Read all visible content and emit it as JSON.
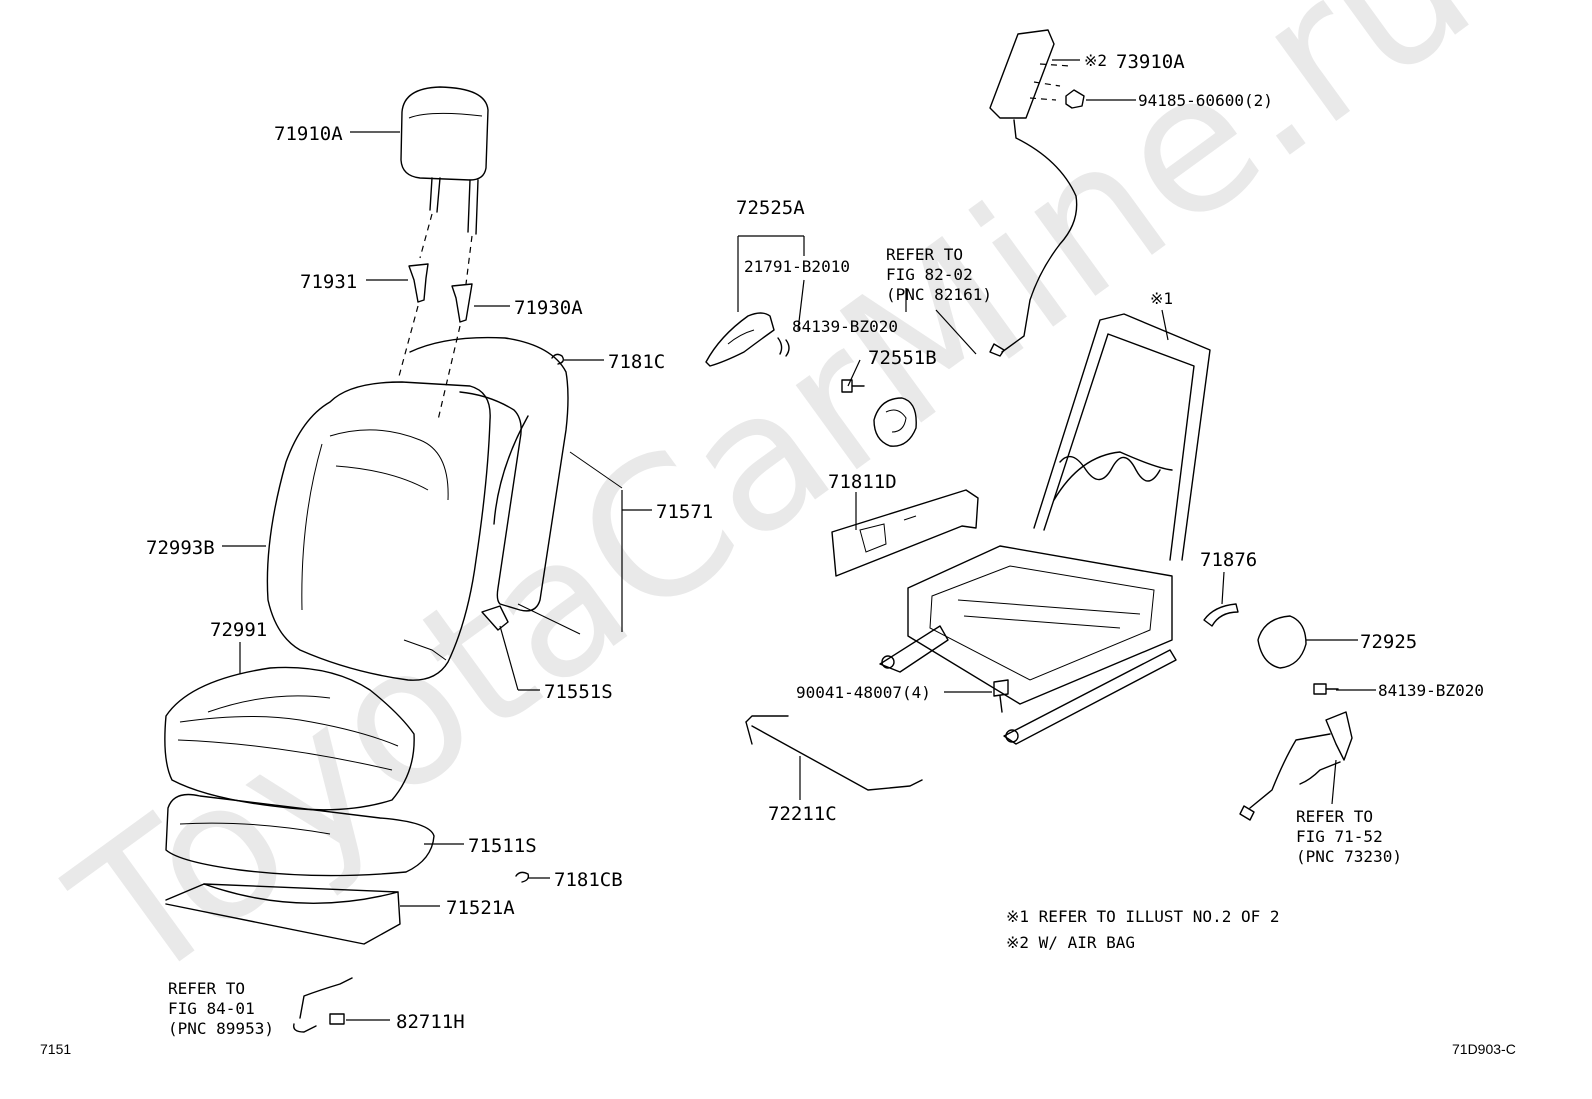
{
  "watermark": "ToyotaCarMine.ru",
  "labels": {
    "p71910A": "71910A",
    "p71931": "71931",
    "p71930A": "71930A",
    "p7181C": "7181C",
    "p71571": "71571",
    "p72993B": "72993B",
    "p72991": "72991",
    "p71551S": "71551S",
    "p71511S": "71511S",
    "p7181CB": "7181CB",
    "p71521A": "71521A",
    "p82711H": "82711H",
    "p72525A": "72525A",
    "p21791": "21791-B2010",
    "p84139a": "84139-BZ020",
    "p72551B": "72551B",
    "p71811D": "71811D",
    "p90041": "90041-48007(4)",
    "p72211C": "72211C",
    "p73910A": "73910A",
    "p73910A_mark": "※2",
    "p94185": "94185-60600(2)",
    "frame_mark": "※1",
    "p71876": "71876",
    "p72925": "72925",
    "p84139b": "84139-BZ020"
  },
  "references": {
    "ref_fig84": [
      "REFER TO",
      "FIG 84-01",
      "(PNC 89953)"
    ],
    "ref_fig82": [
      "REFER TO",
      "FIG 82-02",
      "(PNC 82161)"
    ],
    "ref_fig71": [
      "REFER TO",
      "FIG 71-52",
      "(PNC 73230)"
    ]
  },
  "notes": {
    "note1": "※1 REFER TO ILLUST NO.2 OF 2",
    "note2": "※2 W/ AIR BAG"
  },
  "corners": {
    "bottom_left": "7151",
    "bottom_right": "71D903-C"
  }
}
